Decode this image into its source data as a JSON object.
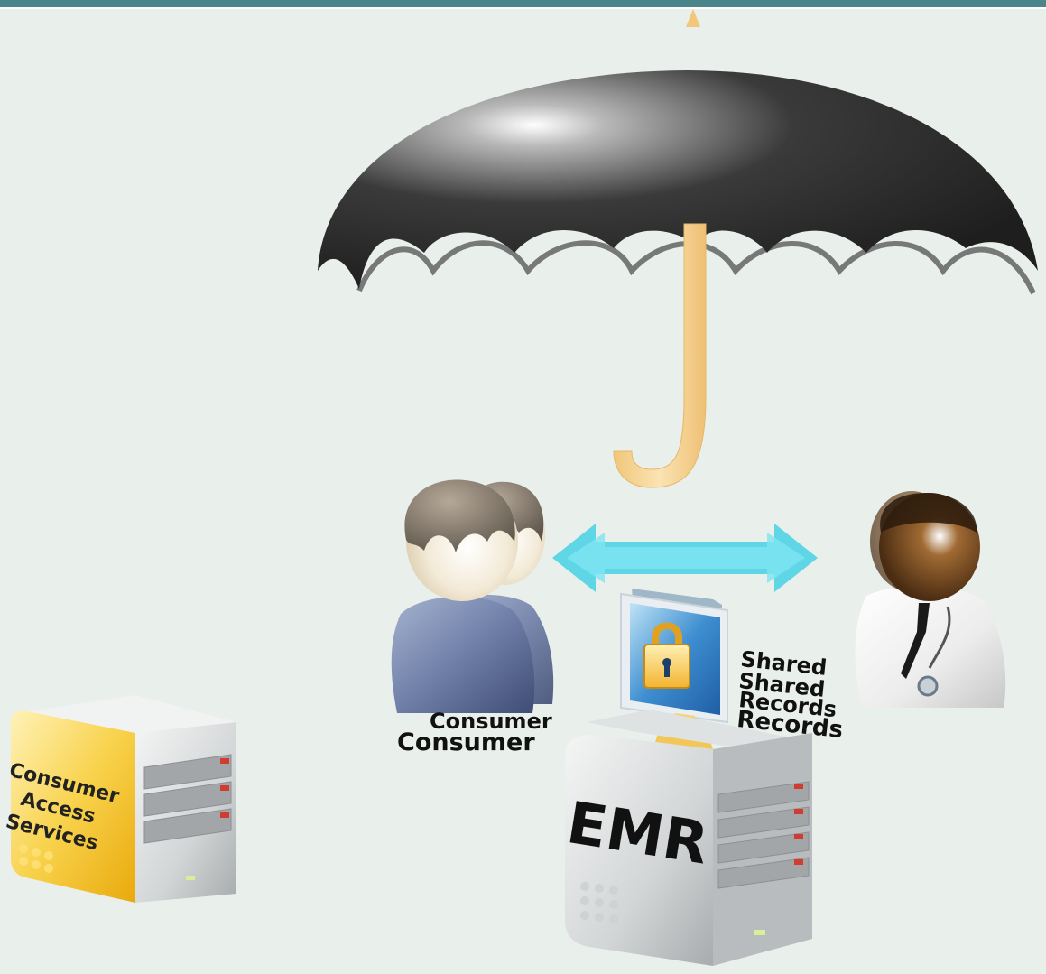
{
  "diagram": {
    "consumer_label_back": "Consumer",
    "consumer_label": "Consumer",
    "shared_records": {
      "line1": "Shared",
      "line2": "Shared",
      "line3": "Records",
      "line4": "Records"
    },
    "emr_label": "EMR",
    "consumer_access_services": {
      "line1": "Consumer",
      "line2": "Access",
      "line3": "Services"
    }
  },
  "colors": {
    "background": "#e9efea",
    "top_bar": "#4a8589",
    "umbrella_canopy": "#2b2b2b",
    "umbrella_handle": "#f6d596",
    "arrow": "#4fd3e6",
    "consumer_body": "#6f7fa8",
    "server_yellow": "#f5c22b",
    "server_gray": "#d6d8d9"
  }
}
